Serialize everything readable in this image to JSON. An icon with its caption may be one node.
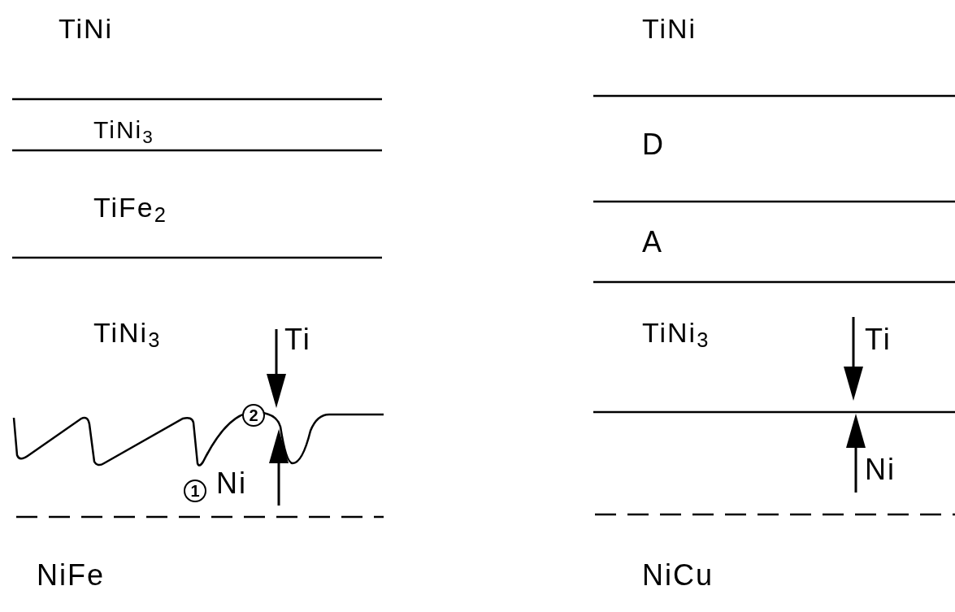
{
  "diagram": {
    "labels": [
      "TiNi",
      "TiNi",
      "TiNi$_{3}$",
      "D",
      "TiFe$_{2}$",
      "A",
      "TiNi$_{3}$",
      "Ti",
      "TiNi$_{3}$",
      "Ti",
      "2",
      "1",
      "Ni",
      "Ni",
      "NiFe",
      "NiCu"
    ]
  }
}
